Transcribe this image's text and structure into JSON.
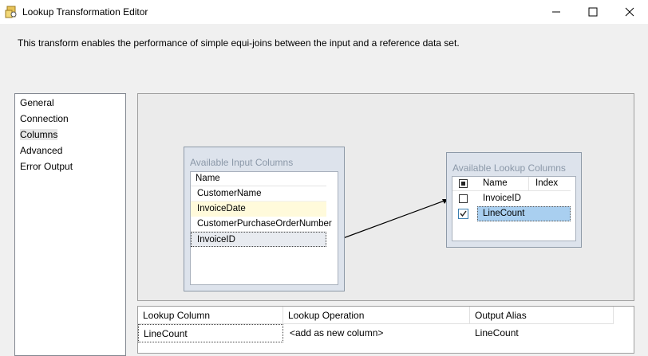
{
  "window": {
    "title": "Lookup Transformation Editor",
    "icons": {
      "app": "ssis-lookup-icon",
      "minimize": "minimize-icon",
      "maximize": "maximize-icon",
      "close": "close-icon"
    }
  },
  "description": "This transform enables the performance of simple equi-joins between the input and a reference data set.",
  "nav": {
    "items": [
      {
        "label": "General"
      },
      {
        "label": "Connection"
      },
      {
        "label": "Columns",
        "selected": true
      },
      {
        "label": "Advanced"
      },
      {
        "label": "Error Output"
      }
    ]
  },
  "input_panel": {
    "title": "Available Input Columns",
    "header": "Name",
    "rows": [
      {
        "name": "CustomerName"
      },
      {
        "name": "InvoiceDate",
        "highlighted": true
      },
      {
        "name": "CustomerPurchaseOrderNumber"
      },
      {
        "name": "InvoiceID",
        "focused": true
      }
    ]
  },
  "lookup_panel": {
    "title": "Available Lookup Columns",
    "headers": {
      "name": "Name",
      "index": "Index"
    },
    "rows": [
      {
        "name": "InvoiceID",
        "checked": false,
        "index": ""
      },
      {
        "name": "LineCount",
        "checked": true,
        "index": "",
        "selected": true
      }
    ]
  },
  "grid": {
    "headers": {
      "lookup_column": "Lookup Column",
      "lookup_operation": "Lookup Operation",
      "output_alias": "Output Alias"
    },
    "rows": [
      {
        "lookup_column": "LineCount",
        "lookup_operation": "<add as new column>",
        "output_alias": "LineCount"
      }
    ]
  },
  "colors": {
    "selected_row": "#a9cff0",
    "highlight_row": "#fffadb",
    "panel_bg": "#dde3ec"
  }
}
